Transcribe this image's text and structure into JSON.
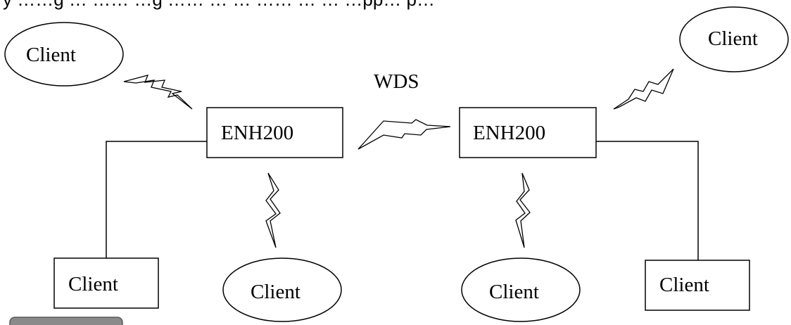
{
  "top_text": "y ……g … …… …g …… … … …… … … …pp… p…",
  "link_label": "WDS",
  "access_points": [
    {
      "label": "ENH200"
    },
    {
      "label": "ENH200"
    }
  ],
  "wireless_clients": [
    {
      "label": "Client"
    },
    {
      "label": "Client"
    },
    {
      "label": "Client"
    },
    {
      "label": "Client"
    }
  ],
  "wired_clients": [
    {
      "label": "Client"
    },
    {
      "label": "Client"
    }
  ]
}
